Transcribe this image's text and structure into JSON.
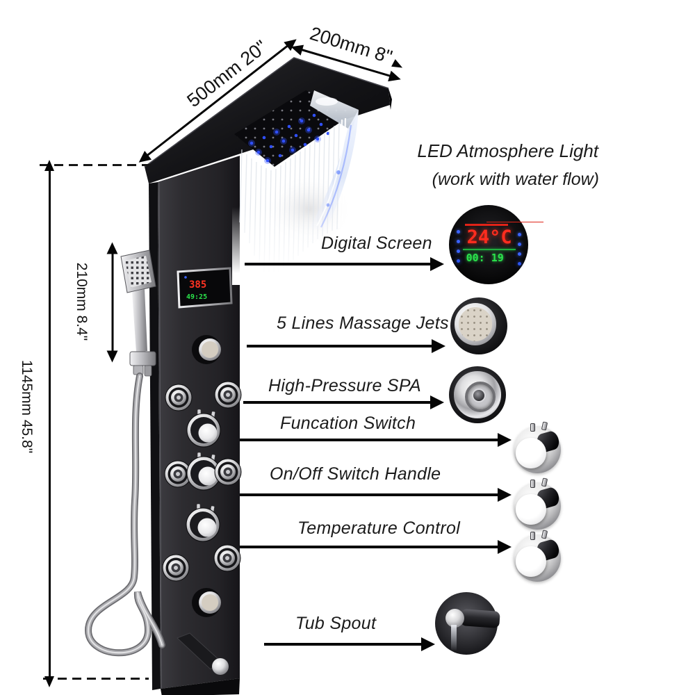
{
  "dimensions": {
    "top_width": "500mm 20\"",
    "top_depth": "200mm 8\"",
    "handshower_height": "210mm 8.4\"",
    "panel_height": "1145mm 45.8\""
  },
  "led_note": {
    "line1": "LED Atmosphere Light",
    "line2": "(work with water flow)"
  },
  "callouts": [
    {
      "label": "Digital Screen"
    },
    {
      "label": "5 Lines Massage Jets"
    },
    {
      "label": "High-Pressure SPA"
    },
    {
      "label": "Funcation Switch"
    },
    {
      "label": "On/Off Switch Handle"
    },
    {
      "label": "Temperature Control"
    },
    {
      "label": "Tub Spout"
    }
  ],
  "screen_inset": {
    "temperature": "24°C",
    "timer": "00: 19"
  },
  "panel_display": {
    "row1": "385",
    "row2": "49:25"
  },
  "colors": {
    "led_blue": "#3050ff",
    "display_red": "#ff3322",
    "display_green": "#2be24b",
    "ink": "#111111"
  }
}
